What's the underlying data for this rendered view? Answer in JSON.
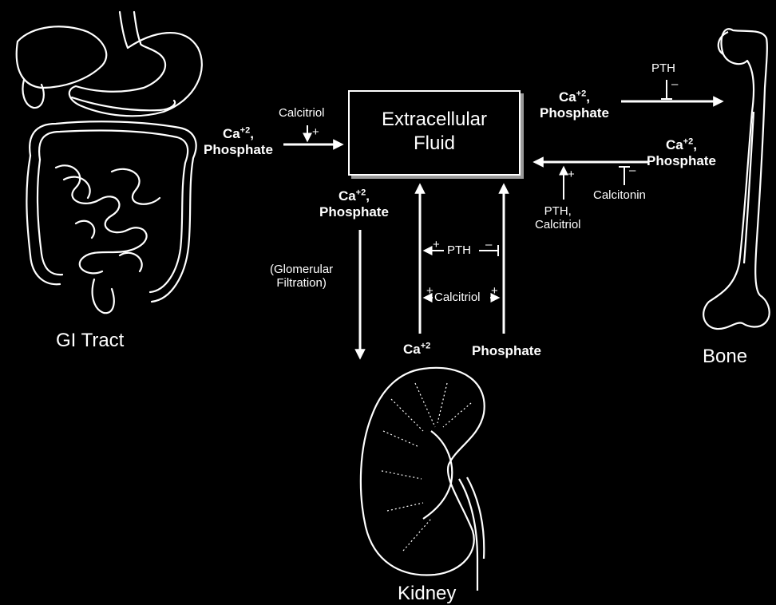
{
  "center": {
    "line1": "Extracellular",
    "line2": "Fluid"
  },
  "organs": {
    "gi": "GI Tract",
    "bone": "Bone",
    "kidney": "Kidney"
  },
  "ca": "Ca",
  "charge": "+2",
  "comma": ",",
  "phosphate": "Phosphate",
  "regulators": {
    "calcitriol": "Calcitriol",
    "pth": "PTH",
    "calcitonin": "Calcitonin",
    "pth_calcitriol_line1": "PTH,",
    "pth_calcitriol_line2": "Calcitriol"
  },
  "filtration": {
    "line1": "(Glomerular",
    "line2": "Filtration)"
  },
  "signs": {
    "plus": "+",
    "minus": "–"
  },
  "colors": {
    "background": "#000000",
    "foreground": "#ffffff",
    "shadow": "#9a9a9a"
  }
}
